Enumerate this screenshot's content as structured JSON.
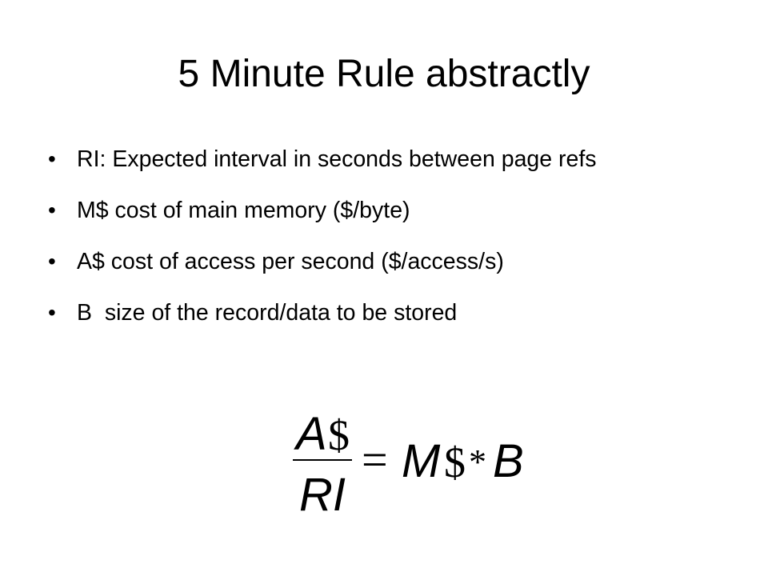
{
  "slide": {
    "title": "5 Minute Rule abstractly",
    "bullets": [
      {
        "symbol": "•",
        "text": "RI: Expected interval in seconds between page refs"
      },
      {
        "symbol": "•",
        "text": "M$ cost of main memory ($/byte)"
      },
      {
        "symbol": "•",
        "text": "A$ cost of access per second ($/access/s)"
      },
      {
        "symbol": "•",
        "text": "B  size of the record/data to be stored"
      }
    ],
    "formula": {
      "numerator_var": "A",
      "numerator_sym": "$",
      "denominator": "RI",
      "equals": "=",
      "rhs_var": "M",
      "rhs_sym": "$",
      "operator": "*",
      "rhs_b": "B"
    }
  }
}
